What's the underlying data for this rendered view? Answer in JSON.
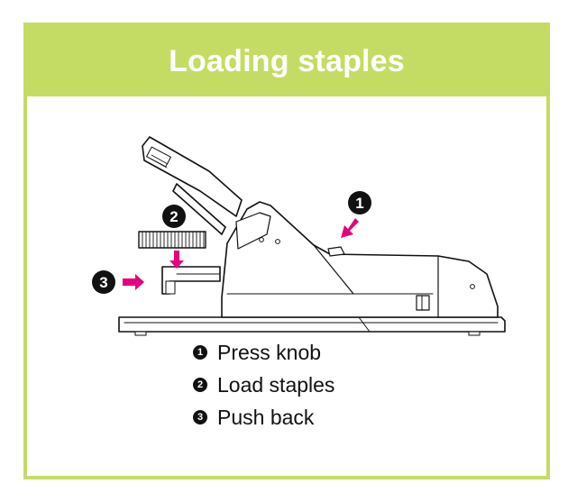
{
  "header": {
    "title": "Loading staples"
  },
  "callouts": [
    {
      "number": "1"
    },
    {
      "number": "2"
    },
    {
      "number": "3"
    }
  ],
  "legend": [
    {
      "number": "1",
      "label": "Press knob"
    },
    {
      "number": "2",
      "label": "Load staples"
    },
    {
      "number": "3",
      "label": "Push back"
    }
  ],
  "colors": {
    "accent": "#c5dc64",
    "arrow": "#e6007e",
    "line": "#111111"
  }
}
